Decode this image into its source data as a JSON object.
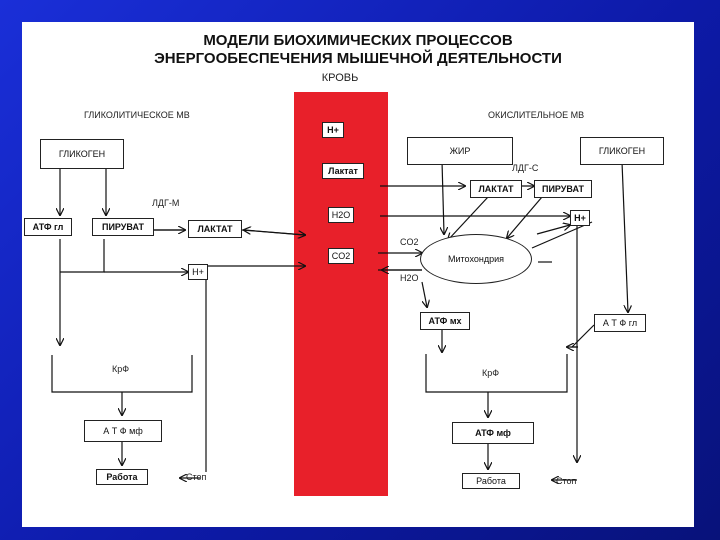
{
  "title_line1": "МОДЕЛИ БИОХИМИЧЕСКИХ ПРОЦЕССОВ",
  "title_line2": "ЭНЕРГООБЕСПЕЧЕНИЯ МЫШЕЧНОЙ ДЕЯТЕЛЬНОСТИ",
  "blood": {
    "label": "КРОВЬ",
    "items": [
      "H+",
      "Лактат",
      "H2O",
      "CO2"
    ]
  },
  "left": {
    "heading": "ГЛИКОЛИТИЧЕСКОЕ МВ",
    "glycogen": "ГЛИКОГЕН",
    "ldh": "ЛДГ-М",
    "atp_gl": "АТФ гл",
    "pyruvate": "ПИРУВАТ",
    "lactate": "ЛАКТАТ",
    "hplus": "H+",
    "krf": "КрФ",
    "atp_mf": "А Т Ф мф",
    "work": "Работа",
    "stop": "Стоп"
  },
  "right": {
    "heading": "ОКИСЛИТЕЛЬНОЕ МВ",
    "fat": "ЖИР",
    "glycogen": "ГЛИКОГЕН",
    "ldh": "ЛДГ-С",
    "lactate": "ЛАКТАТ",
    "pyruvate": "ПИРУВАТ",
    "hplus": "H+",
    "co2": "CO2",
    "h2o": "H2O",
    "mito": "Митохондрия",
    "atp_mx": "АТФ мх",
    "atp_gl": "А Т Ф гл",
    "krf": "КрФ",
    "atp_mf": "АТФ мф",
    "work": "Работа",
    "stop": "Стоп"
  }
}
